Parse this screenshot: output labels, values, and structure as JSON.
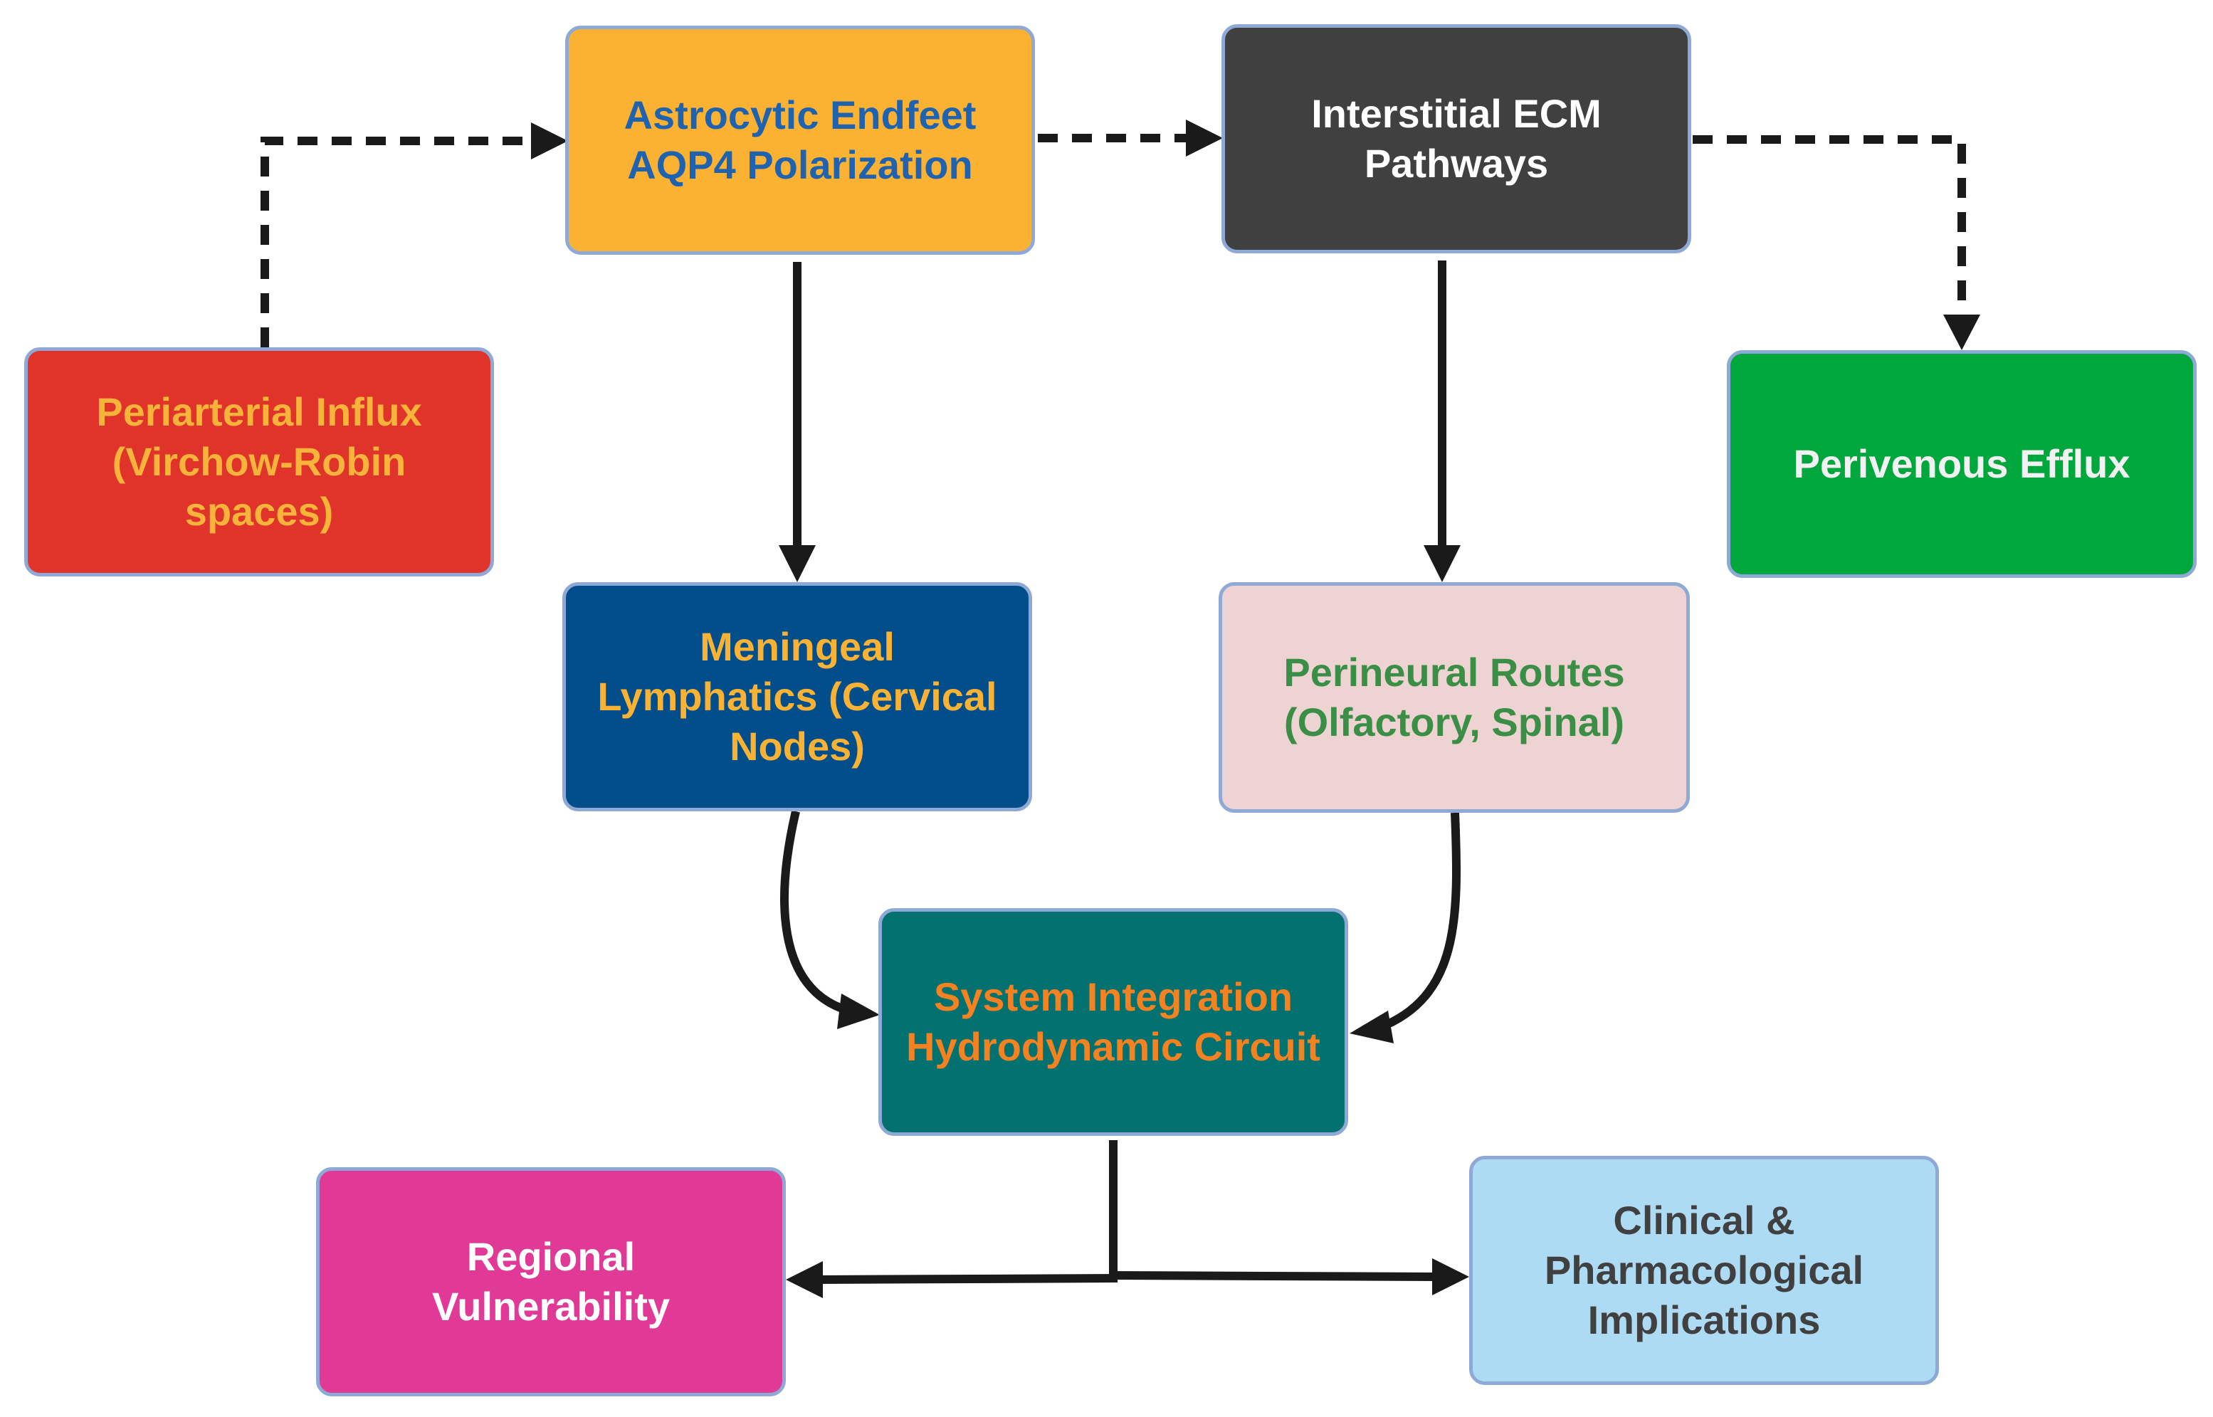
{
  "diagram": {
    "nodes": {
      "astrocytic": {
        "label": "Astrocytic Endfeet\nAQP4 Polarization",
        "fill": "#FBB233",
        "text_color": "#1F63B0"
      },
      "interstitial": {
        "label": "Interstitial ECM\nPathways",
        "fill": "#404040",
        "text_color": "#FFFFFF"
      },
      "periarterial": {
        "label": "Periarterial Influx\n(Virchow-Robin\nspaces)",
        "fill": "#E0342B",
        "text_color": "#F7B33A"
      },
      "perivenous": {
        "label": "Perivenous Efflux",
        "fill": "#00A73C",
        "text_color": "#F2F2F2"
      },
      "meningeal": {
        "label": "Meningeal\nLymphatics (Cervical\nNodes)",
        "fill": "#024E8A",
        "text_color": "#F9B233"
      },
      "perineural": {
        "label": "Perineural Routes\n(Olfactory, Spinal)",
        "fill": "#EDD3D2",
        "text_color": "#3A8E45"
      },
      "system": {
        "label": "System Integration\nHydrodynamic Circuit",
        "fill": "#027170",
        "text_color": "#F58220"
      },
      "regional": {
        "label": "Regional\nVulnerability",
        "fill": "#E13996",
        "text_color": "#FFFFFF"
      },
      "clinical": {
        "label": "Clinical &\nPharmacological\nImplications",
        "fill": "#AEDBF4",
        "text_color": "#404040"
      }
    },
    "edges": [
      {
        "from": "periarterial",
        "to": "astrocytic",
        "style": "dashed"
      },
      {
        "from": "astrocytic",
        "to": "interstitial",
        "style": "dashed"
      },
      {
        "from": "interstitial",
        "to": "perivenous",
        "style": "dashed"
      },
      {
        "from": "astrocytic",
        "to": "meningeal",
        "style": "solid"
      },
      {
        "from": "interstitial",
        "to": "perineural",
        "style": "solid"
      },
      {
        "from": "meningeal",
        "to": "system",
        "style": "solid"
      },
      {
        "from": "perineural",
        "to": "system",
        "style": "solid"
      },
      {
        "from": "system",
        "to": "regional",
        "style": "solid"
      },
      {
        "from": "system",
        "to": "clinical",
        "style": "solid"
      }
    ],
    "arrow_color": "#1A1A1A",
    "border_color": "#8FA9D6"
  }
}
